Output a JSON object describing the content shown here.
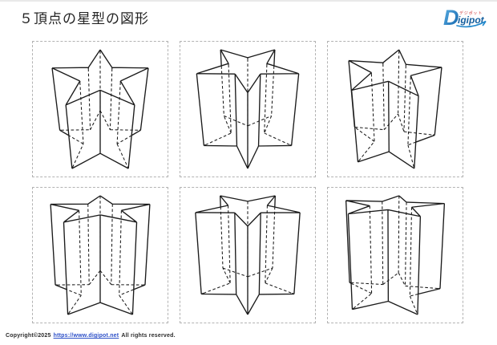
{
  "page": {
    "title": "５頂点の星型の図形",
    "background": "#ffffff"
  },
  "logo": {
    "initial": "D",
    "name_rest": "igipot",
    "kana": "デジポット",
    "blue_dark": "#155f9e",
    "blue_light": "#4da3dd",
    "swoosh_color": "#2288cc",
    "red": "#cc3333"
  },
  "figures": {
    "line_color": "#1b1b1b",
    "panel_border_color": "#b3b3b3",
    "star": {
      "points": 5,
      "inner_ratio": 0.4,
      "height_ratio": 1.75,
      "camera_distance": 6.5
    },
    "panels": [
      {
        "name": "star-prism-top-left",
        "base_angle": -90,
        "pitch": 42
      },
      {
        "name": "star-prism-top-middle",
        "base_angle": 90,
        "pitch": 33
      },
      {
        "name": "star-prism-top-right",
        "base_angle": -81,
        "pitch": 35
      },
      {
        "name": "star-prism-bottom-left",
        "base_angle": -90,
        "pitch": 23
      },
      {
        "name": "star-prism-bottom-middle",
        "base_angle": 90,
        "pitch": 25
      },
      {
        "name": "star-prism-bottom-right",
        "base_angle": -81,
        "pitch": 19
      }
    ]
  },
  "footer": {
    "copyright_prefix": "Copyright©2025",
    "link_text": "https://www.digipot.net",
    "copyright_suffix": "All rights reserved.",
    "link_color": "#2d50c8"
  }
}
